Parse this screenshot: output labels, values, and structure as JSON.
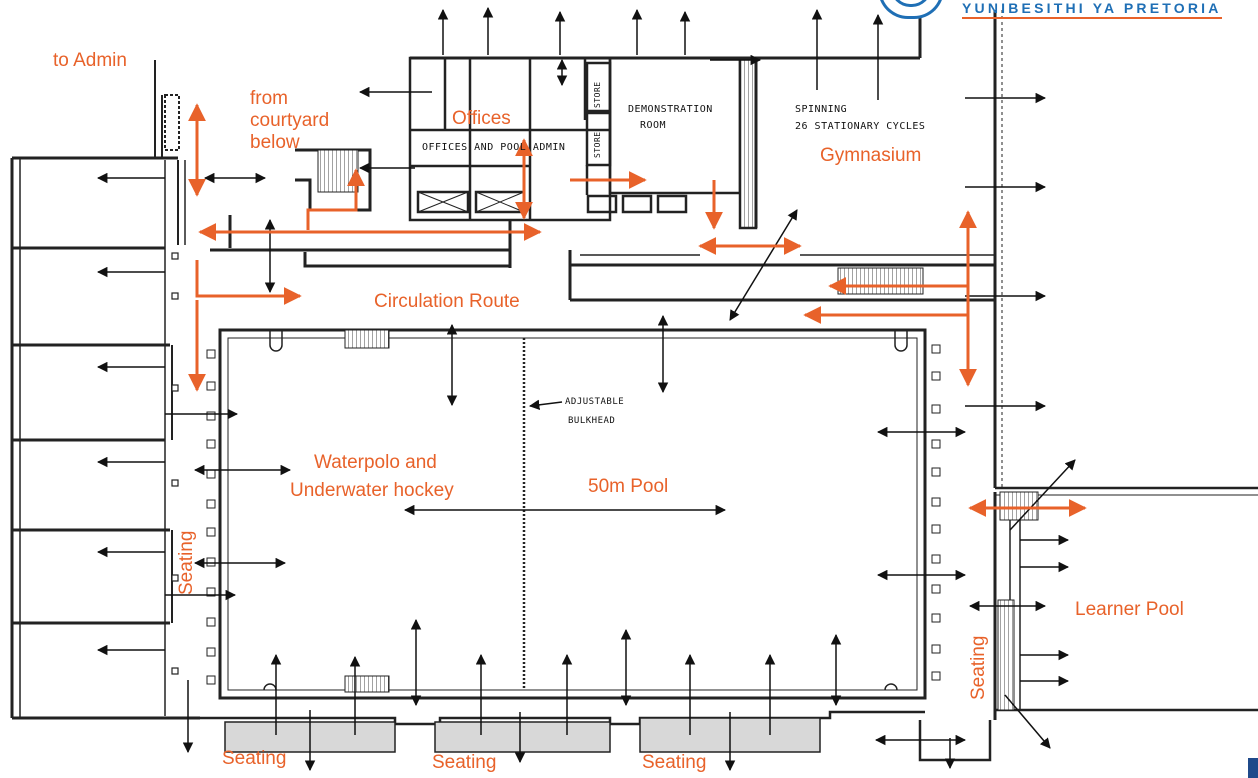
{
  "header": {
    "university_name": "YUNIBESITHI YA PRETORIA"
  },
  "labels": {
    "to_admin": "to Admin",
    "from_courtyard_1": "from",
    "from_courtyard_2": "courtyard",
    "from_courtyard_3": "below",
    "offices": "Offices",
    "offices_admin": "OFFICES   AND  POOL ADMIN",
    "store1": "STORE",
    "store2": "STORE",
    "demo_1": "DEMONSTRATION",
    "demo_2": "ROOM",
    "spinning_1": "SPINNING",
    "spinning_2": "26 STATIONARY CYCLES",
    "gymnasium": "Gymnasium",
    "circulation": "Circulation Route",
    "bulkhead_1": "ADJUSTABLE",
    "bulkhead_2": "BULKHEAD",
    "waterpolo_1": "Waterpolo and",
    "waterpolo_2": "Underwater hockey",
    "pool": "50m Pool",
    "learner_pool": "Learner Pool",
    "seating_left": "Seating",
    "seating_right": "Seating",
    "seating_b1": "Seating",
    "seating_b2": "Seating",
    "seating_b3": "Seating"
  },
  "colors": {
    "orange": "#e8622a",
    "ink": "#111111",
    "brand_blue": "#1f6fb5"
  }
}
